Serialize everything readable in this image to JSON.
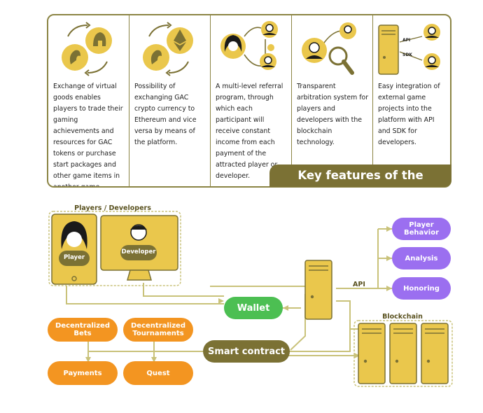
{
  "features": [
    {
      "text": "Exchange of virtual goods enables players to trade their gaming achievements and resources for GAC tokens or purchase start packages and other game items in another game.",
      "icons": [
        "arrows-icon",
        "spartan-helmet-icon",
        "coin-icon"
      ]
    },
    {
      "text": "Possibility of exchanging GAC crypto currency to Ethereum and vice versa by means of the platform.",
      "icons": [
        "arrows-icon",
        "ethereum-icon",
        "coin-icon"
      ]
    },
    {
      "text": "A multi-level referral program, through which each participant will receive constant income from each payment of the attracted player or developer.",
      "icons": [
        "player-avatar-icon",
        "developer-avatar-icon",
        "referral-avatar-icon"
      ]
    },
    {
      "text": "Transparent arbitration system for players and developers with the blockchain technology.",
      "icons": [
        "person-icon",
        "magnifier-icon"
      ]
    },
    {
      "text": "Easy integration of external game projects into the platform with API and SDK for developers.",
      "icons": [
        "server-icon",
        "developer-avatar-icon"
      ]
    }
  ],
  "feature_tags": {
    "api": "API",
    "sdk": "SDK"
  },
  "banner_title": "Key features of the platform",
  "diagram": {
    "players_developers_label": "Players / Developers",
    "player_label": "Player",
    "developer_label": "Developer",
    "wallet_label": "Wallet",
    "smart_contract_label": "Smart contract",
    "api_label": "API",
    "blockchain_label": "Blockchain",
    "left_nodes": [
      "Decentralized Bets",
      "Decentralized Tournaments",
      "Payments",
      "Quest"
    ],
    "right_nodes": [
      "Player Behavior",
      "Analysis",
      "Honoring"
    ]
  },
  "colors": {
    "olive": "#7b7134",
    "gold": "#eac74c",
    "green": "#4cbf52",
    "orange": "#f39521",
    "purple": "#9b6ff0",
    "line": "#c9c27a"
  }
}
